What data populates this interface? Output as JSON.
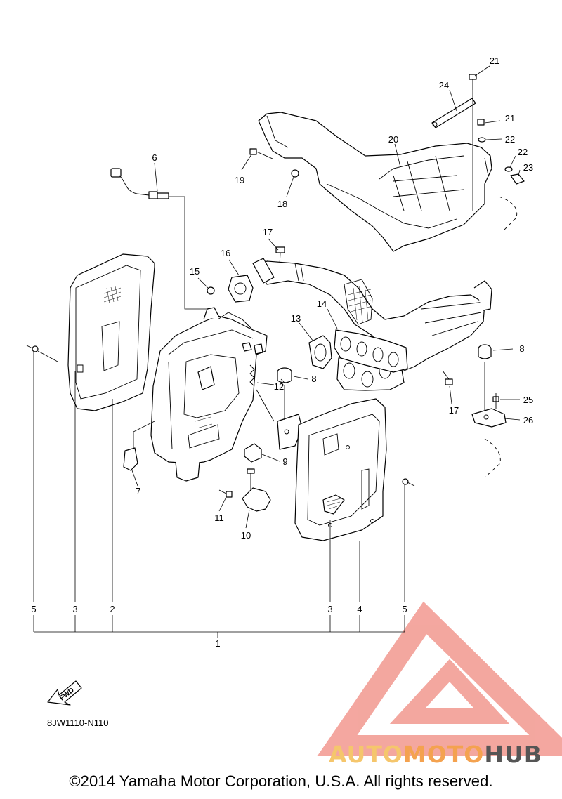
{
  "diagram": {
    "callouts": {
      "p1": "1",
      "p2": "2",
      "p3a": "3",
      "p3b": "3",
      "p4": "4",
      "p5a": "5",
      "p5b": "5",
      "p6": "6",
      "p7": "7",
      "p8a": "8",
      "p8b": "8",
      "p9": "9",
      "p10": "10",
      "p11": "11",
      "p12": "12",
      "p13": "13",
      "p14": "14",
      "p15": "15",
      "p16": "16",
      "p17a": "17",
      "p17b": "17",
      "p18": "18",
      "p19": "19",
      "p20": "20",
      "p21a": "21",
      "p21b": "21",
      "p22a": "22",
      "p22b": "22",
      "p23": "23",
      "p24": "24",
      "p25": "25",
      "p26": "26"
    },
    "fwd_label": "FWD",
    "diagram_code": "8JW1110-N110",
    "copyright": "©2014 Yamaha Motor Corporation, U.S.A. All rights reserved."
  },
  "watermark": {
    "part1": "AUTO",
    "part2": "MOTO",
    "part3": "HUB",
    "colors": {
      "logo": "#f08a80",
      "auto": "#f5c66c",
      "moto": "#f4a24f",
      "hub": "#555555"
    }
  }
}
